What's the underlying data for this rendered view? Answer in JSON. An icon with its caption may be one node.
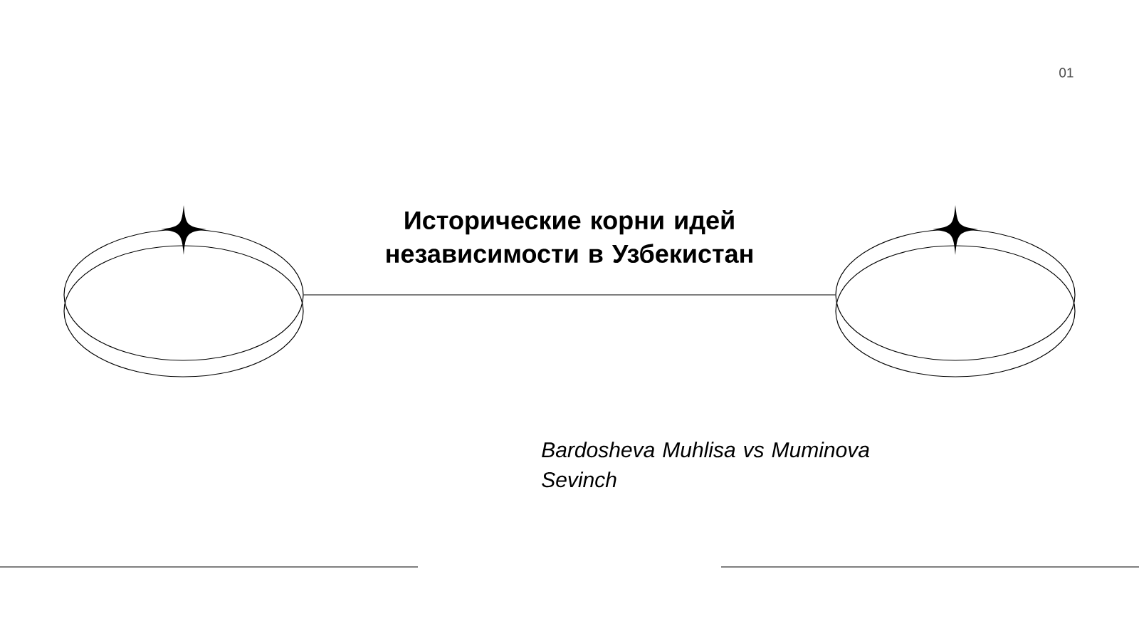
{
  "diagram": {
    "title": "Исторические корни идей независимости в Узбекистан",
    "nodes": [
      {
        "text": [],
        "shape": "ellipse"
      },
      {
        "text": [],
        "shape": "ellipse"
      }
    ],
    "edges": [
      {
        "from": 0,
        "to": 1,
        "arrow": "none"
      }
    ],
    "labels": [
      "01",
      "Bardosheva Muhlisa vs Muminova Sevinch"
    ]
  }
}
